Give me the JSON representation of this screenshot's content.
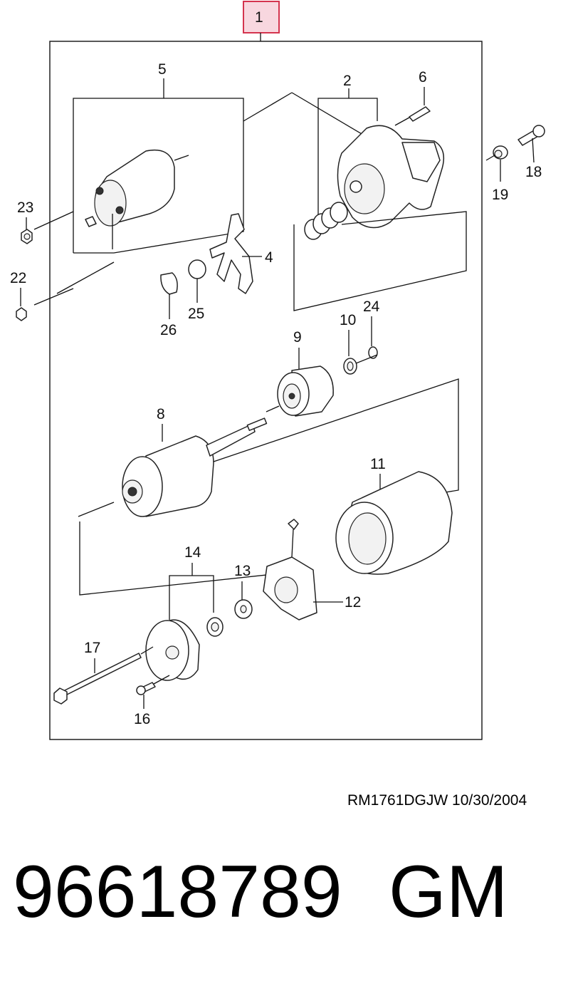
{
  "callouts": {
    "c1": "1",
    "c2": "2",
    "c4": "4",
    "c5": "5",
    "c6": "6",
    "c8": "8",
    "c9": "9",
    "c10": "10",
    "c11": "11",
    "c12": "12",
    "c13": "13",
    "c14": "14",
    "c16": "16",
    "c17": "17",
    "c18": "18",
    "c19": "19",
    "c22": "22",
    "c23": "23",
    "c24": "24",
    "c25": "25",
    "c26": "26"
  },
  "footer": {
    "reference_code": "RM1761DGJW  10/30/2004",
    "part_number": "96618789",
    "brand": "GM"
  },
  "colors": {
    "highlight_fill": "#f8d7df",
    "highlight_stroke": "#d4344e"
  }
}
